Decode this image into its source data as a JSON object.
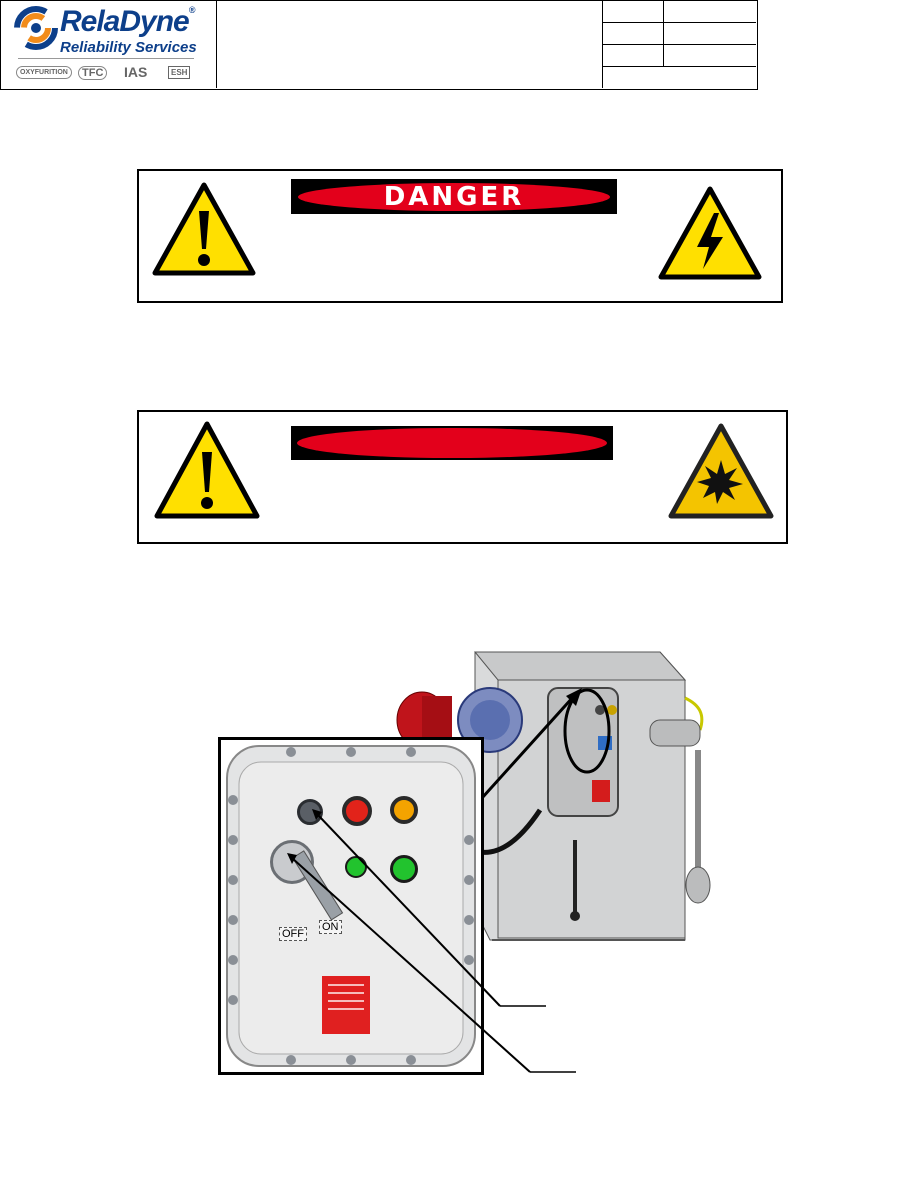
{
  "header": {
    "brand_name": "RelaDyne",
    "brand_registered": "®",
    "brand_tagline": "Reliability Services",
    "sub_brands": [
      "OXYFURITION",
      "TFC",
      "IAS",
      "ESH"
    ]
  },
  "danger_box_1": {
    "banner_text": "DANGER",
    "left_icon": "exclamation-warning-icon",
    "right_icon": "electrical-hazard-icon"
  },
  "danger_box_2": {
    "banner_text": "",
    "left_icon": "exclamation-warning-icon",
    "right_icon": "explosion-hazard-icon"
  },
  "figure": {
    "switch_off_label": "OFF",
    "switch_on_label": "ON"
  },
  "colors": {
    "brand_blue": "#0d3f8a",
    "brand_orange": "#f28c1b",
    "danger_red": "#e3001b",
    "warning_yellow": "#ffe000",
    "button_red": "#e2231a",
    "button_amber": "#f4a300",
    "button_green": "#22c32e"
  }
}
